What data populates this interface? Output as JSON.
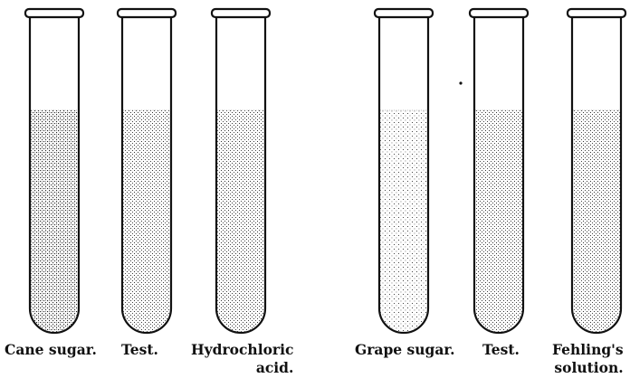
{
  "tubes": [
    {
      "id": "cane-sugar",
      "label_lines": [
        "Cane sugar."
      ],
      "texture": "dense"
    },
    {
      "id": "test-1",
      "label_lines": [
        "Test."
      ],
      "texture": "medium"
    },
    {
      "id": "hydrochloric-acid",
      "label_lines": [
        "Hydrochloric",
        "acid."
      ],
      "texture": "medium"
    },
    {
      "id": "grape-sugar",
      "label_lines": [
        "Grape sugar."
      ],
      "texture": "light"
    },
    {
      "id": "test-2",
      "label_lines": [
        "Test."
      ],
      "texture": "medium"
    },
    {
      "id": "fehlings-solution",
      "label_lines": [
        "Fehling's",
        "solution."
      ],
      "texture": "medium"
    }
  ],
  "colors": {
    "ink": "#111111",
    "paper": "#ffffff"
  }
}
